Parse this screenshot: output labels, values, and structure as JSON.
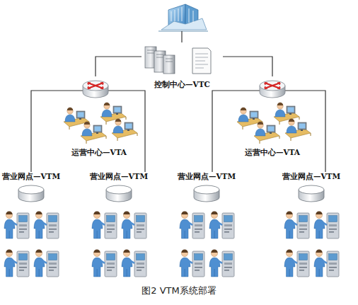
{
  "diagram": {
    "caption": "图2 VTM系统部署",
    "nodes": [
      {
        "text": [
          "控制中心—VTC"
        ]
      },
      {
        "text": [
          "运营中心—VTA"
        ]
      },
      {
        "text": [
          "运营中心—VTA"
        ]
      },
      {
        "text": [
          "营业网点—VTM"
        ]
      },
      {
        "text": [
          "营业网点—VTM"
        ]
      },
      {
        "text": [
          "营业网点—VTM"
        ]
      },
      {
        "text": [
          "营业网点—VTM"
        ]
      }
    ],
    "edges": [
      {
        "from": 0,
        "to": 1,
        "arrow": "none"
      },
      {
        "from": 0,
        "to": 2,
        "arrow": "none"
      },
      {
        "from": 1,
        "to": 3,
        "arrow": "none"
      },
      {
        "from": 1,
        "to": 4,
        "arrow": "none"
      },
      {
        "from": 2,
        "to": 5,
        "arrow": "none"
      },
      {
        "from": 2,
        "to": 6,
        "arrow": "none"
      }
    ]
  }
}
